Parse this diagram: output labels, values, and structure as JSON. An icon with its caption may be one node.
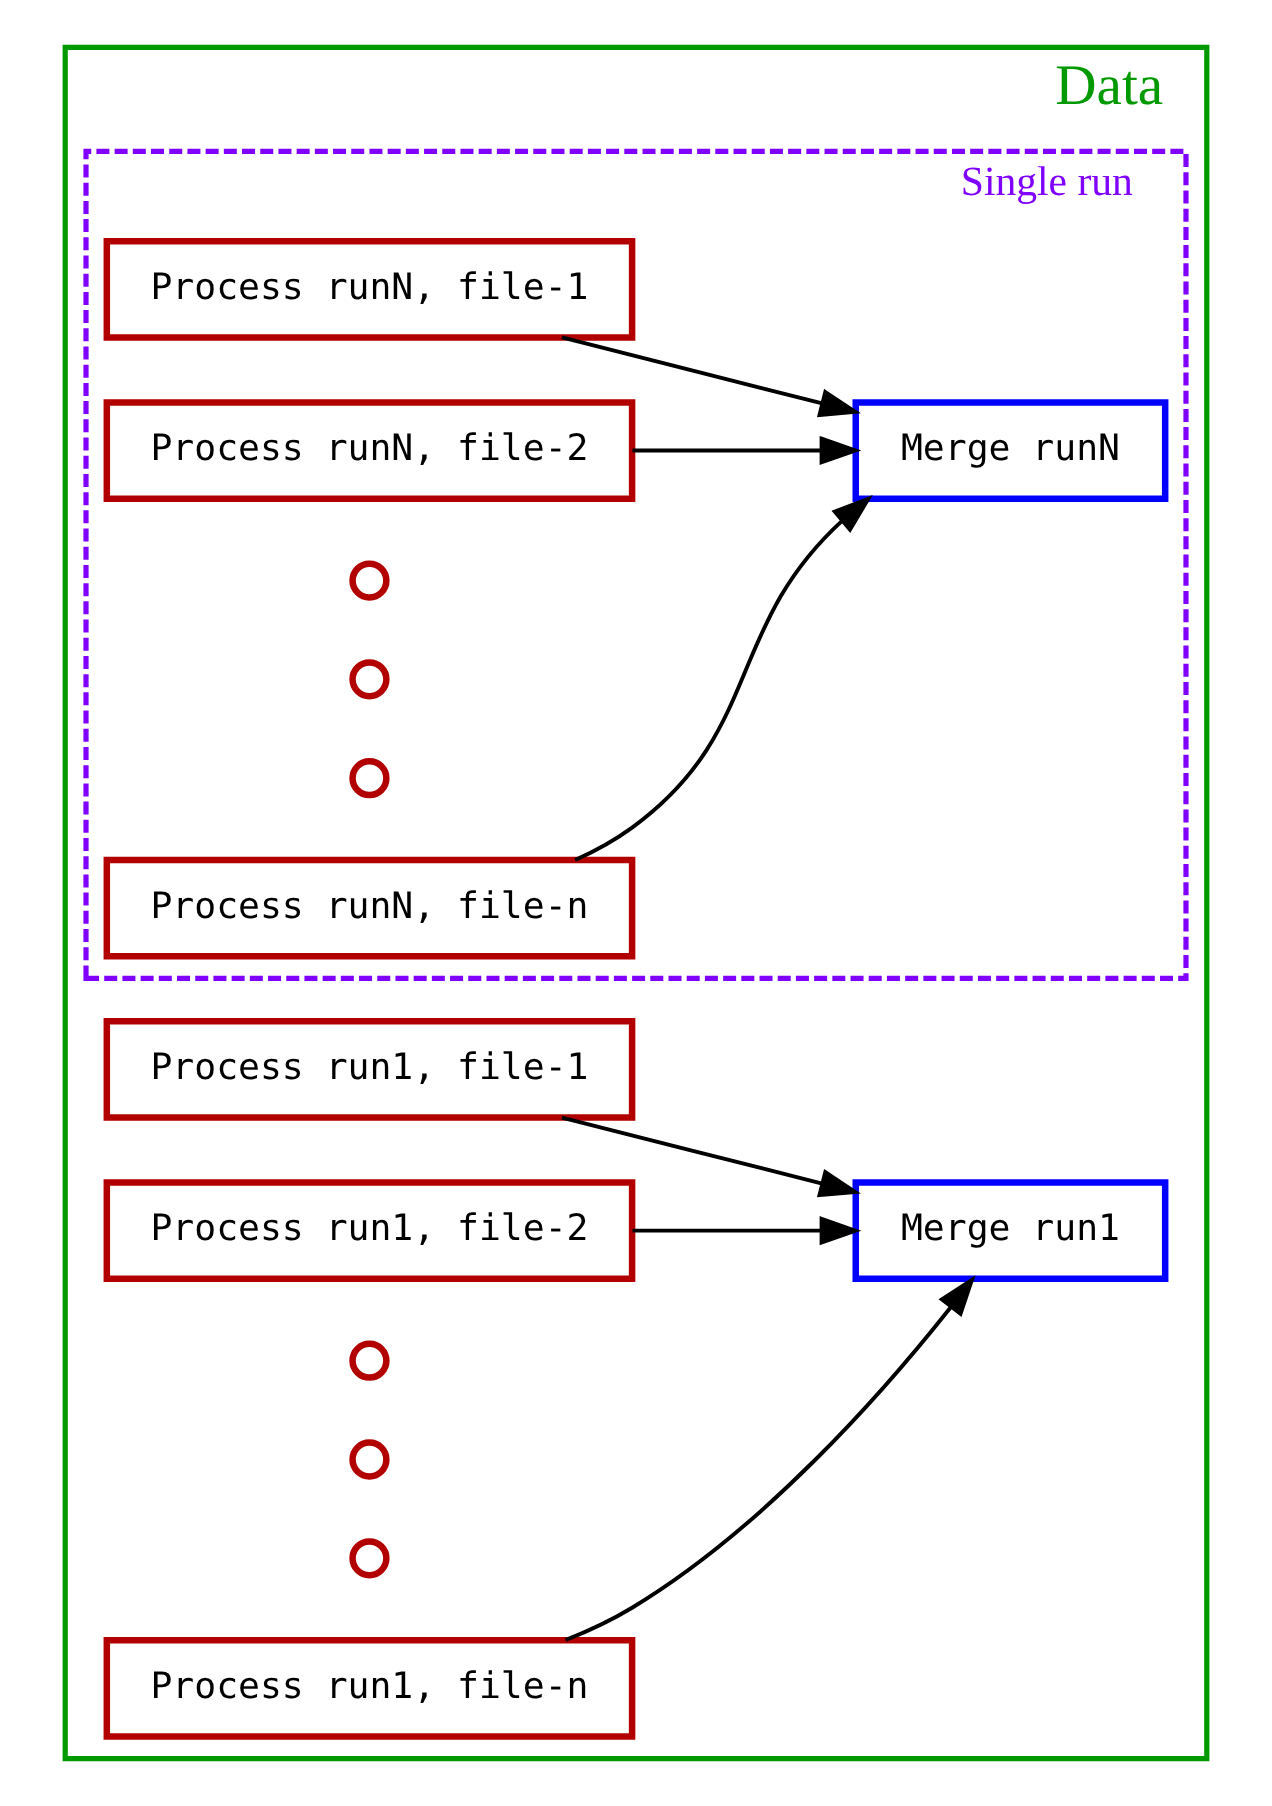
{
  "diagram": {
    "nodes": [
      {
        "text": [
          "Data"
        ]
      },
      {
        "text": [
          "Process run1, file-1"
        ],
        "in": 0
      },
      {
        "text": [
          "Process run1, file-2"
        ],
        "in": 0
      },
      {
        "text": [],
        "shape": "circle",
        "in": 0
      },
      {
        "text": [],
        "shape": "circle",
        "in": 0
      },
      {
        "text": [],
        "shape": "circle",
        "in": 0
      },
      {
        "text": [
          "Process run1, file-n"
        ],
        "in": 0
      },
      {
        "text": [
          "Merge run1"
        ],
        "in": 0
      },
      {
        "text": [
          "Single run"
        ],
        "in": 0
      },
      {
        "text": [
          "Process runN, file-1"
        ],
        "in": 8
      },
      {
        "text": [
          "Process runN, file-2"
        ],
        "in": 8
      },
      {
        "text": [],
        "shape": "circle",
        "in": 8
      },
      {
        "text": [],
        "shape": "circle",
        "in": 8
      },
      {
        "text": [],
        "shape": "circle",
        "in": 8
      },
      {
        "text": [
          "Process runN, file-n"
        ],
        "in": 8
      },
      {
        "text": [
          "Merge runN"
        ],
        "in": 8
      }
    ],
    "edges": [
      {
        "from": 1,
        "to": 7,
        "arrow": "to"
      },
      {
        "from": 2,
        "to": 7,
        "arrow": "to"
      },
      {
        "from": 6,
        "to": 7,
        "arrow": "to"
      },
      {
        "from": 9,
        "to": 15,
        "arrow": "to"
      },
      {
        "from": 10,
        "to": 15,
        "arrow": "to"
      },
      {
        "from": 14,
        "to": 15,
        "arrow": "to"
      }
    ]
  }
}
